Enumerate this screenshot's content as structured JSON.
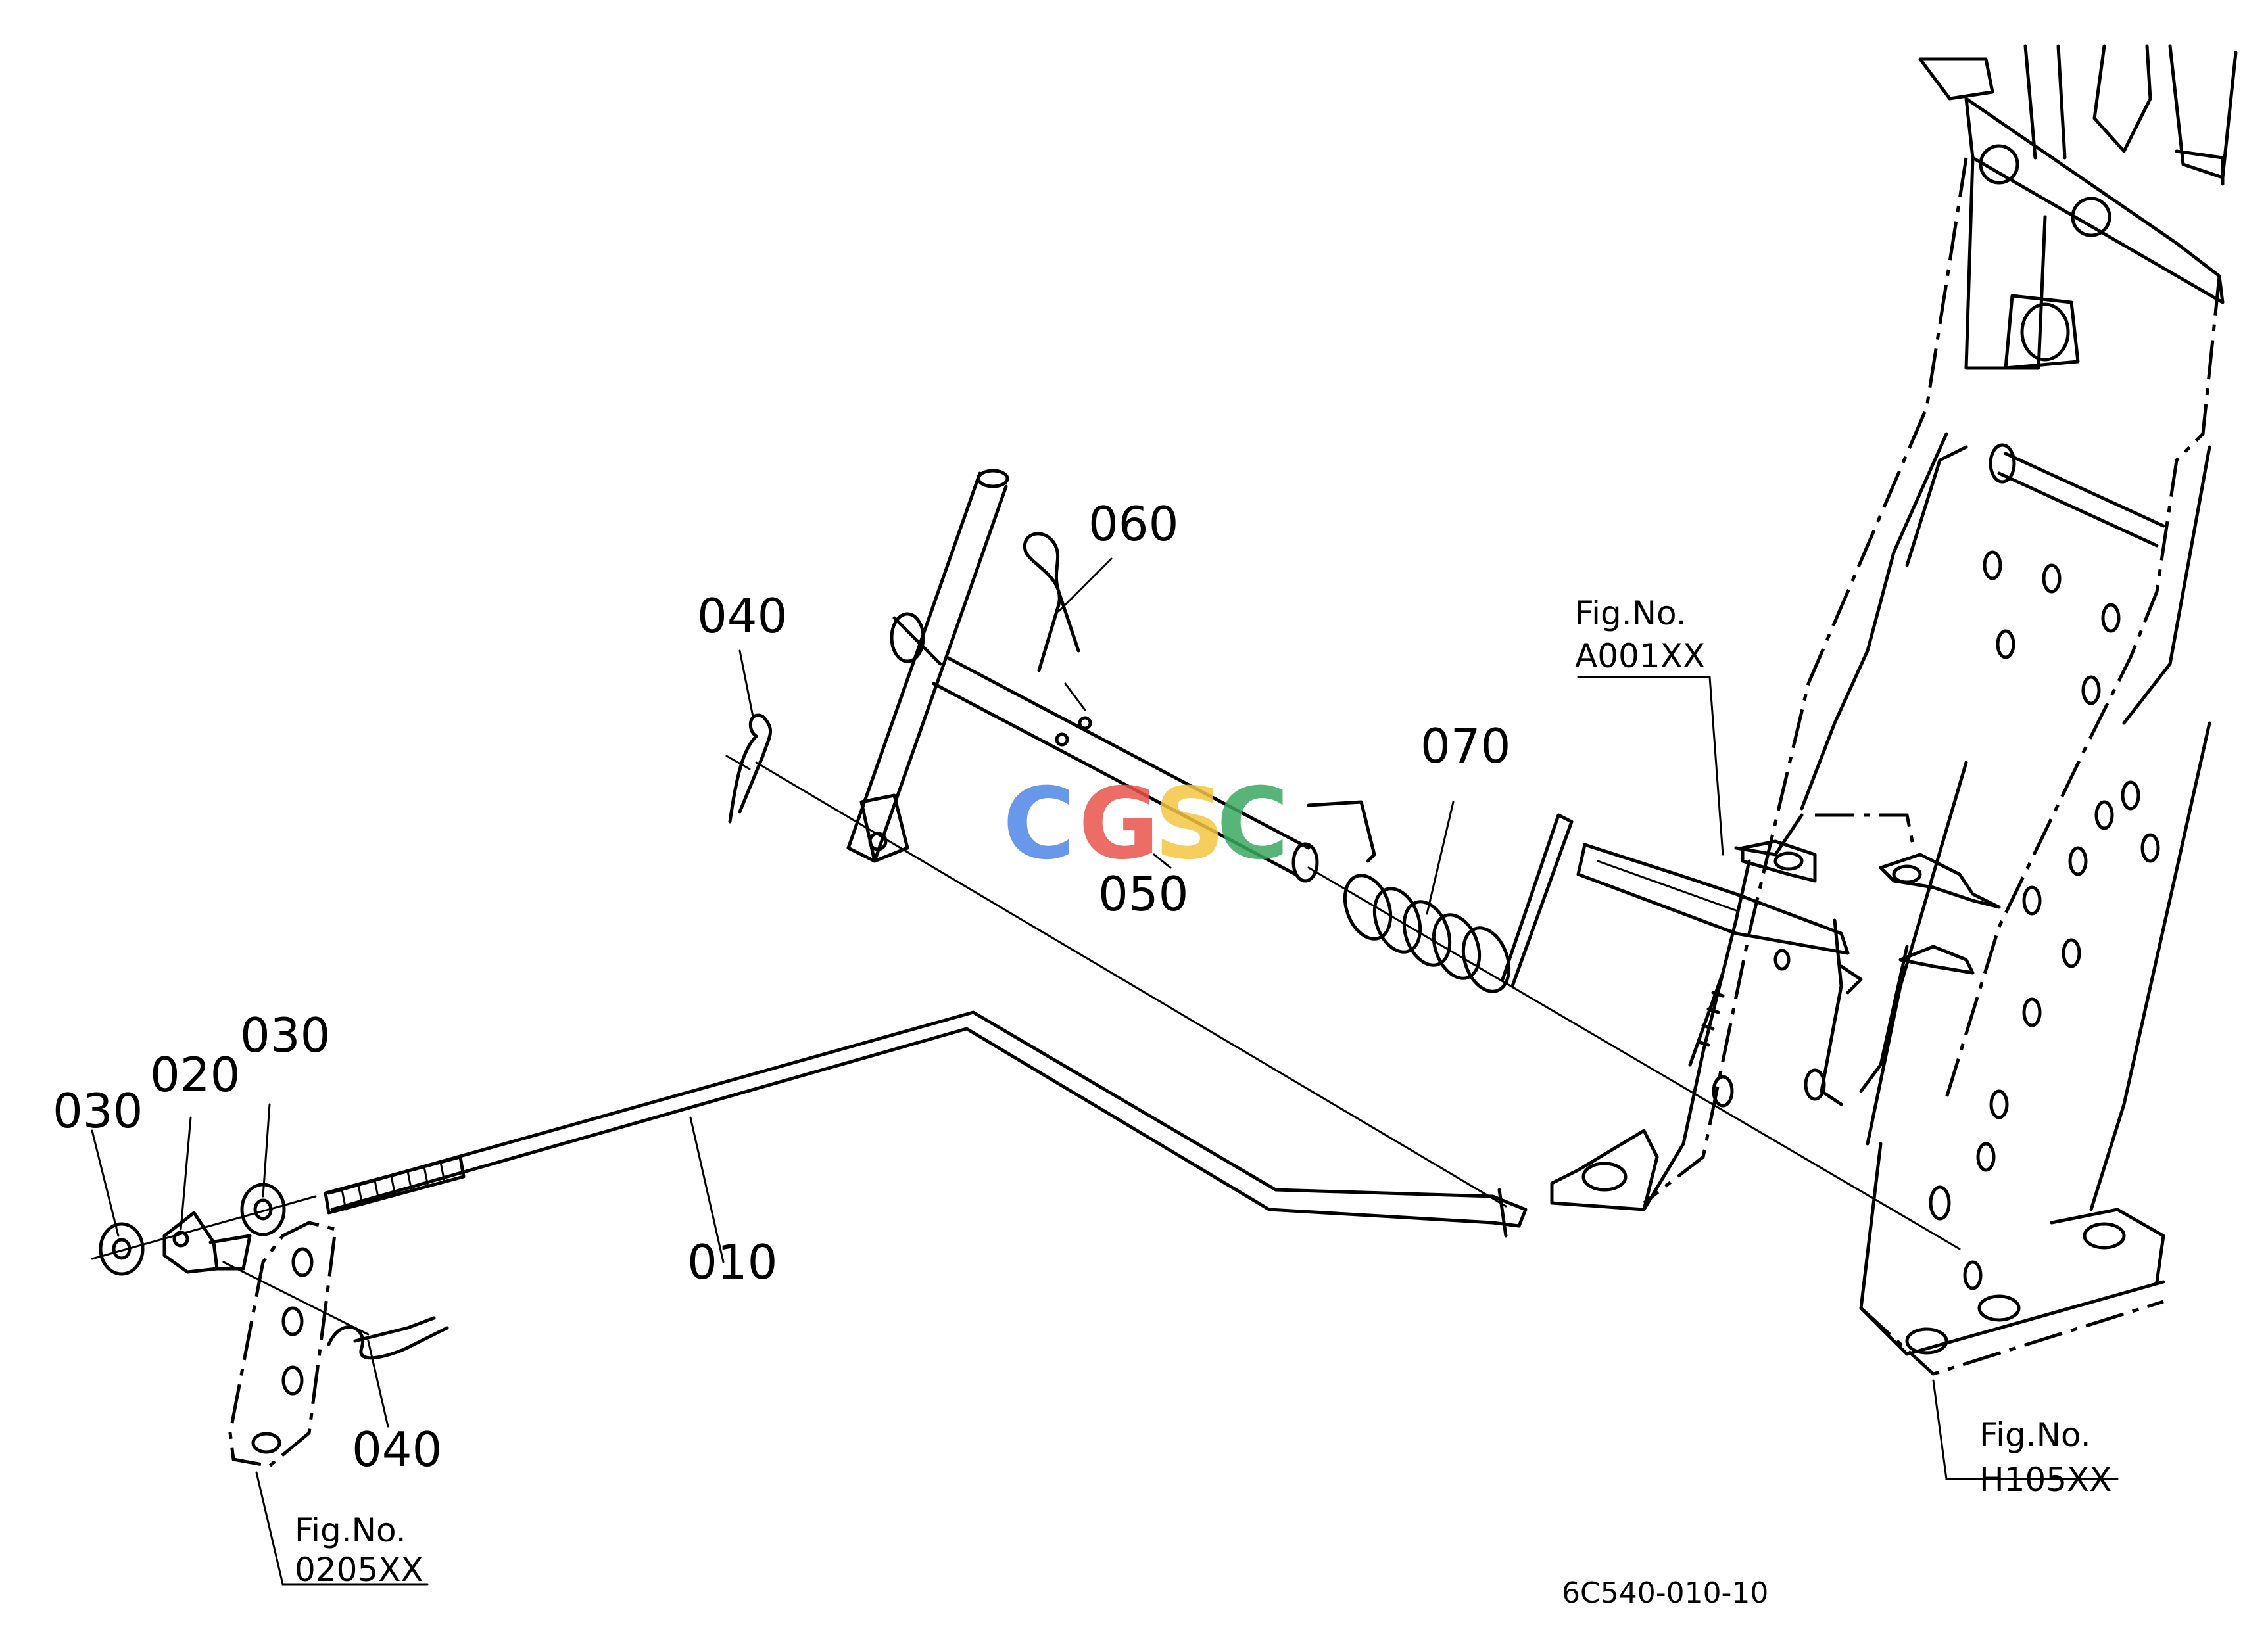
{
  "callouts": [
    {
      "id": "c010",
      "text": "010"
    },
    {
      "id": "c020",
      "text": "020"
    },
    {
      "id": "c030a",
      "text": "030"
    },
    {
      "id": "c030b",
      "text": "030"
    },
    {
      "id": "c040a",
      "text": "040"
    },
    {
      "id": "c040b",
      "text": "040"
    },
    {
      "id": "c050",
      "text": "050"
    },
    {
      "id": "c060",
      "text": "060"
    },
    {
      "id": "c070",
      "text": "070"
    }
  ],
  "refs": [
    {
      "id": "r1",
      "line1": "Fig.No.",
      "line2": "A001XX"
    },
    {
      "id": "r2",
      "line1": "Fig.No.",
      "line2": "H105XX"
    },
    {
      "id": "r3",
      "line1": "Fig.No.",
      "line2": "0205XX"
    }
  ],
  "diagram_code": "6C540-010-10",
  "watermark": {
    "letters": [
      "C",
      "G",
      "S",
      "C"
    ],
    "colors": [
      "#4f86e8",
      "#e8544a",
      "#f5c542",
      "#3aa860"
    ]
  }
}
